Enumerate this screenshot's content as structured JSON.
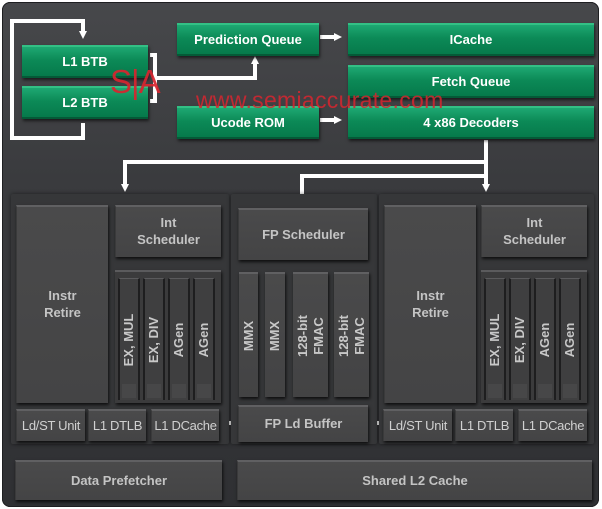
{
  "diagram": {
    "title": "CPU core block diagram",
    "colors": {
      "frontend_block": "#0c8a57",
      "backend_block": "#464647",
      "background": "#3a3b3e",
      "arrows": "#ffffff",
      "watermark": "#d8252f"
    },
    "frontend": {
      "l1_btb": "L1 BTB",
      "l2_btb": "L2 BTB",
      "prediction_queue": "Prediction Queue",
      "ucode_rom": "Ucode ROM",
      "icache": "ICache",
      "fetch_queue": "Fetch Queue",
      "decoders": "4 x86 Decoders"
    },
    "int_cluster_left": {
      "retire": "Instr Retire",
      "scheduler": "Int Scheduler",
      "units": [
        "EX, MUL",
        "EX, DIV",
        "AGen",
        "AGen"
      ],
      "ldst": "Ld/ST Unit",
      "dtlb": "L1 DTLB",
      "dcache": "L1 DCache"
    },
    "fp_cluster": {
      "scheduler": "FP Scheduler",
      "units": [
        "MMX",
        "MMX",
        "128-bit FMAC",
        "128-bit FMAC"
      ],
      "ld_buffer": "FP Ld Buffer"
    },
    "int_cluster_right": {
      "retire": "Instr Retire",
      "scheduler": "Int Scheduler",
      "units": [
        "EX, MUL",
        "EX, DIV",
        "AGen",
        "AGen"
      ],
      "ldst": "Ld/ST Unit",
      "dtlb": "L1 DTLB",
      "dcache": "L1 DCache"
    },
    "shared": {
      "data_prefetcher": "Data Prefetcher",
      "l2_cache": "Shared L2 Cache"
    },
    "watermark": {
      "logo": "S|A",
      "url": "www.semiaccurate.com"
    }
  }
}
